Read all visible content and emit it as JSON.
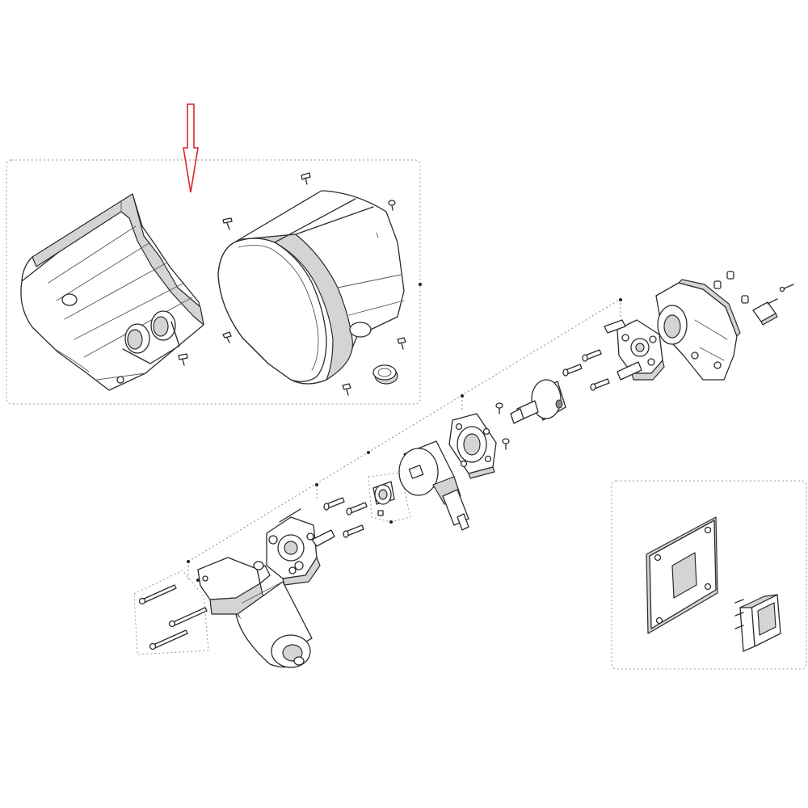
{
  "diagram": {
    "kind": "exploded-parts-view",
    "highlight_color": "#d9262b",
    "line_color": "#2b2b2b",
    "shade_color": "#d4d4d4",
    "groups": [
      {
        "id": "cover-group",
        "parts": [
          "rear-cover-shell",
          "front-cover-housing",
          "cover-screws",
          "grommet"
        ]
      },
      {
        "id": "drive-assembly",
        "parts": [
          "drive-motor",
          "gearbox",
          "gear-plate",
          "coupling-drum",
          "flange-ring",
          "shaft-disc",
          "bracket-plate",
          "rear-gear-housing",
          "small-screws"
        ]
      },
      {
        "id": "switch-group",
        "parts": [
          "switch-mounting-plate",
          "rocker-switch"
        ]
      }
    ],
    "indicator": {
      "type": "hollow-down-arrow",
      "points_to": "rear-cover-shell"
    }
  }
}
